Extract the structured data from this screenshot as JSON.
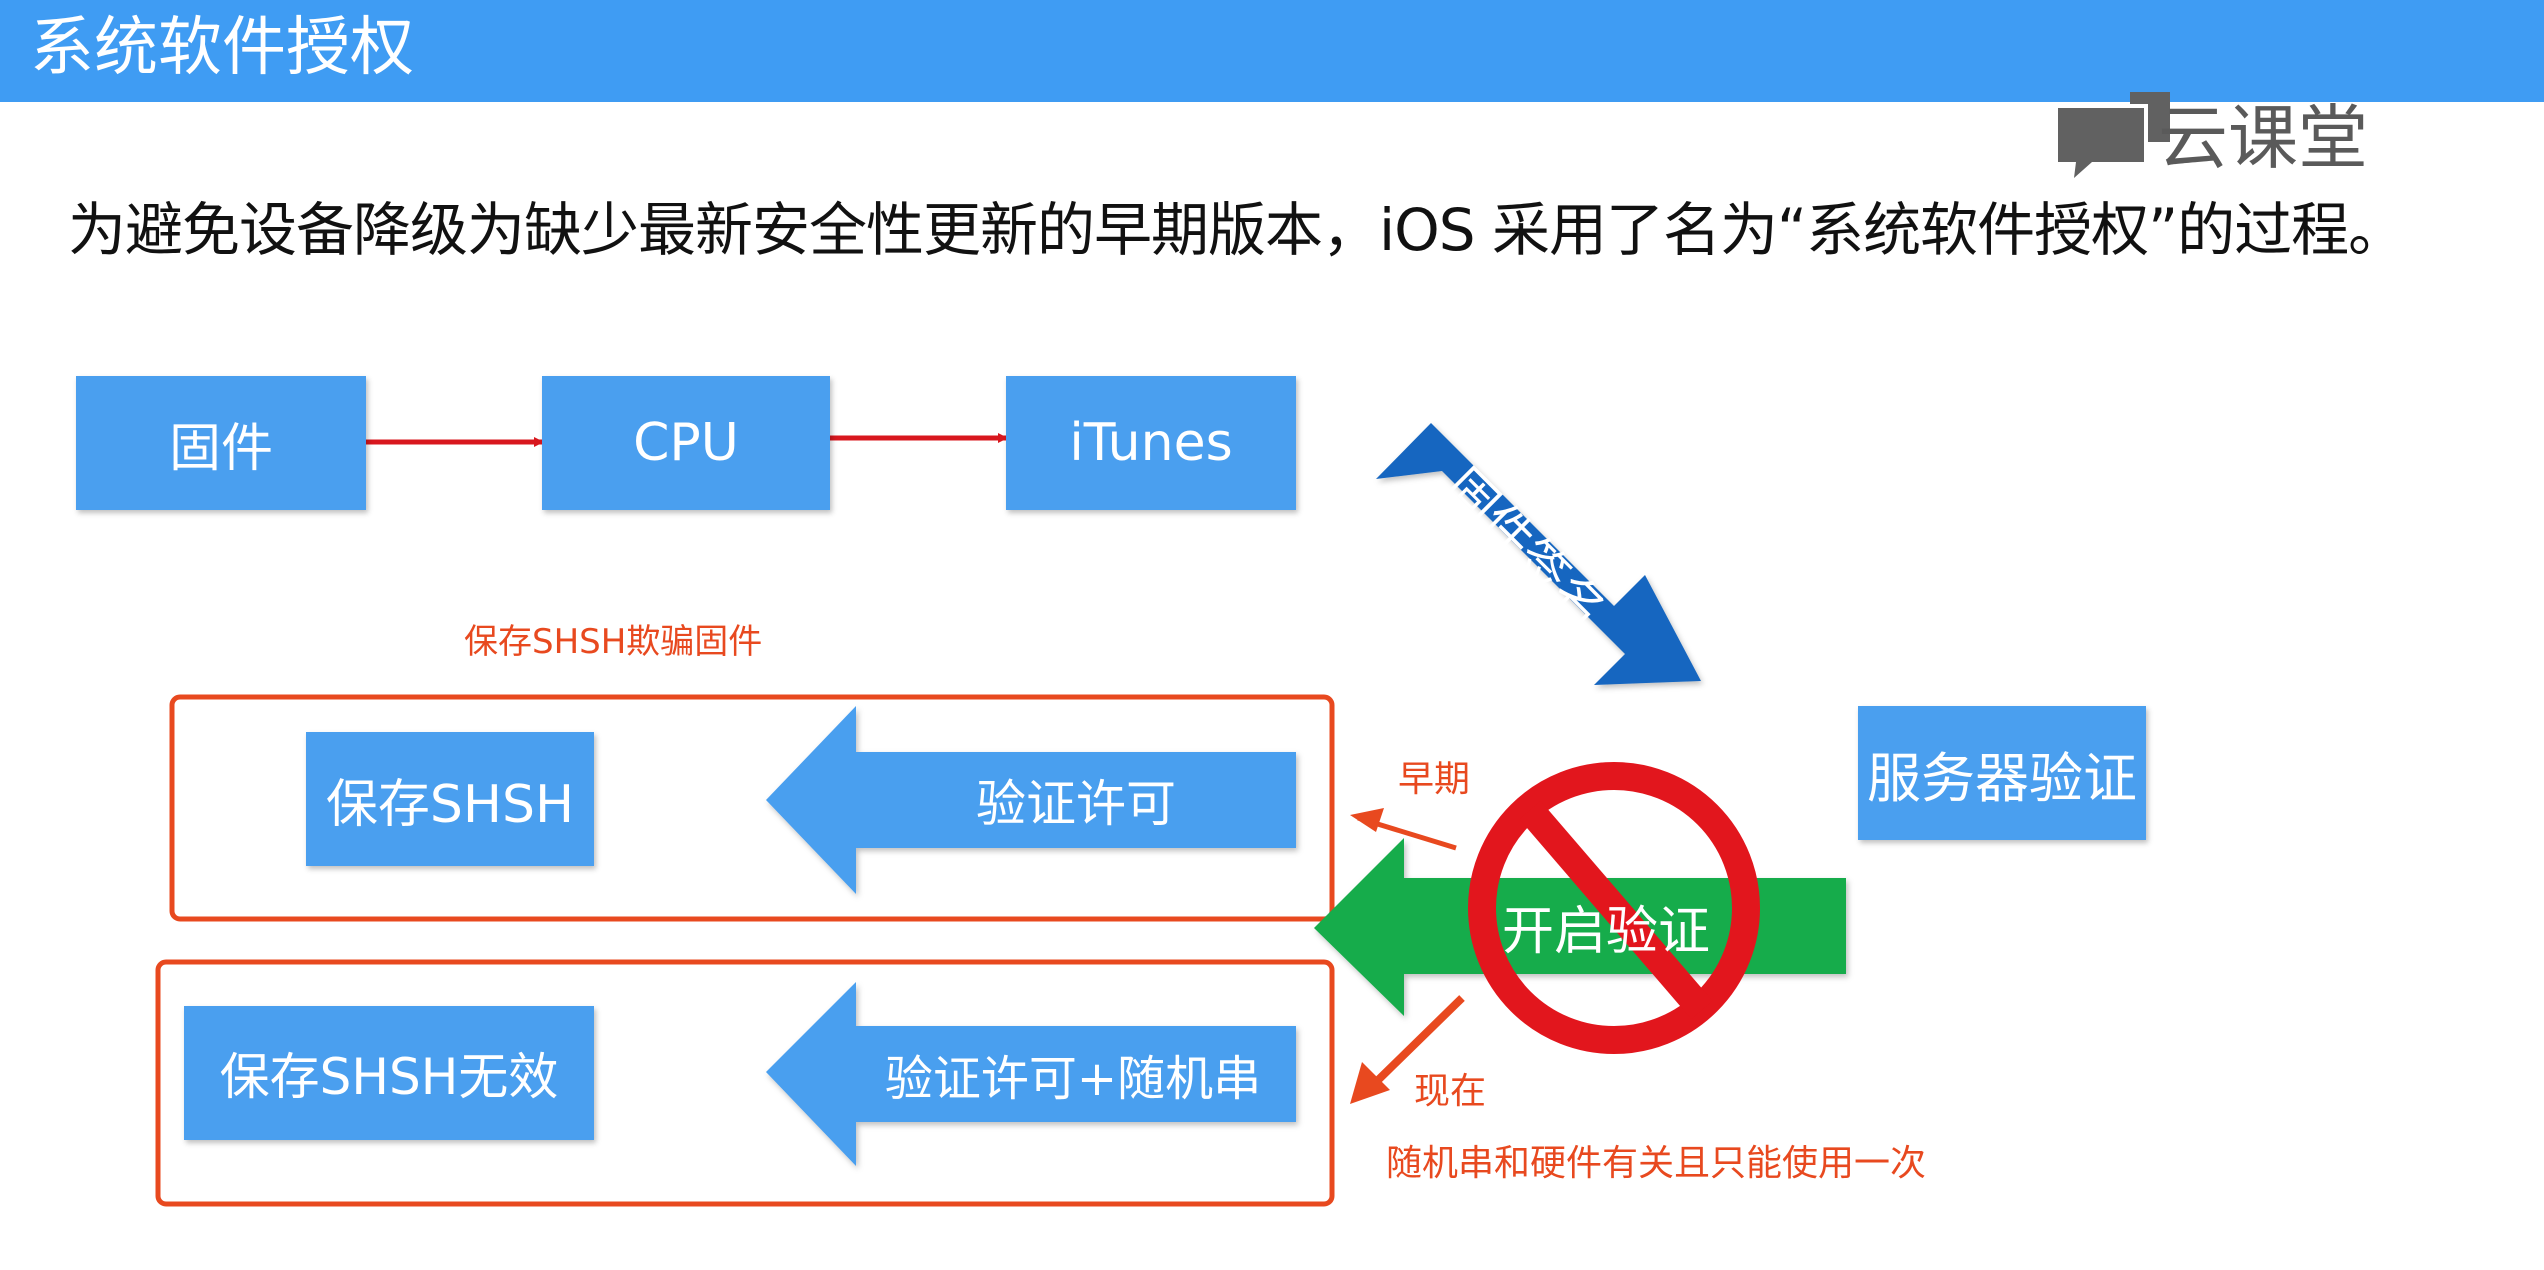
{
  "header": {
    "title": "系统软件授权"
  },
  "logo": {
    "text": "云课堂"
  },
  "subtitle": "为避免设备降级为缺少最新安全性更新的早期版本，iOS 采用了名为“系统软件授权”的过程。",
  "flow": {
    "firmware": "固件",
    "cpu": "CPU",
    "itunes": "iTunes",
    "firmware_sign": "固件签名",
    "server_verify": "服务器验证",
    "enable_verify": "开启验证"
  },
  "early": {
    "note": "保存SHSH欺骗固件",
    "label": "早期",
    "verify": "验证许可",
    "save": "保存SHSH"
  },
  "now": {
    "label": "现在",
    "verify": "验证许可+随机串",
    "save": "保存SHSH无效",
    "note": "随机串和硬件有关且只能使用一次"
  },
  "colors": {
    "header_bg": "#3F9CF3",
    "box_blue": "#4A9FEF",
    "sign_arrow": "#1566C0",
    "green_arrow": "#17AC4C",
    "red_frame": "#E8491F",
    "connector_red": "#D8171E",
    "prohibit_red": "#E2161D"
  },
  "icons": [
    "chat-bubble-logo-icon",
    "prohibited-sign-icon"
  ]
}
